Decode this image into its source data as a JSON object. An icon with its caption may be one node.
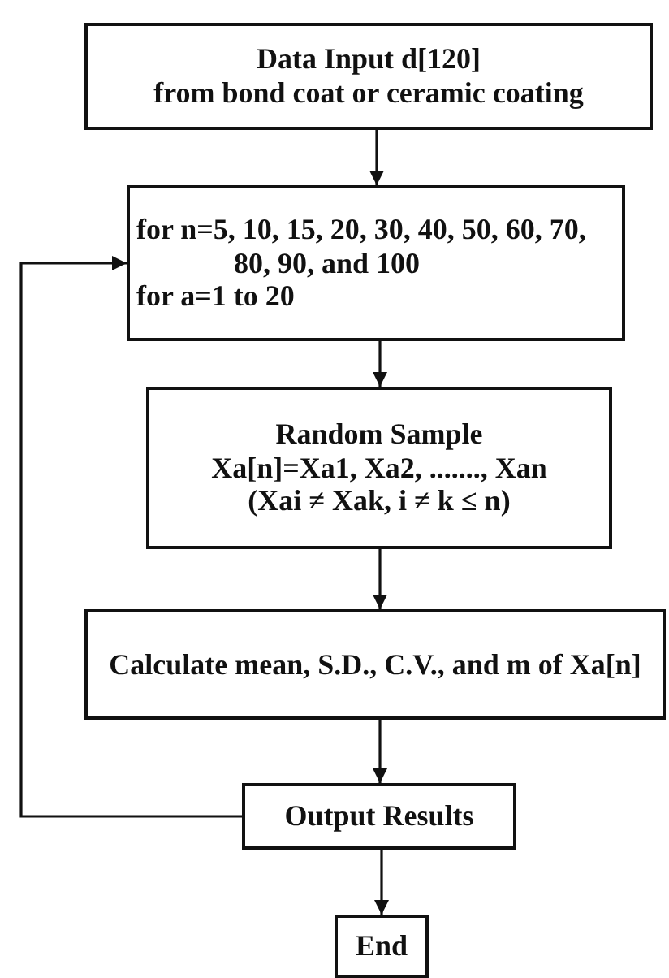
{
  "diagram": {
    "nodes": [
      {
        "text": [
          "Data Input d[120]",
          "from bond coat or ceramic coating"
        ]
      },
      {
        "text": [
          "for n=5, 10, 15, 20, 30, 40, 50, 60, 70, 80, 90, and 100",
          "for a=1 to 20"
        ]
      },
      {
        "text": [
          "Random Sample",
          "Xa[n]=Xa1, Xa2, ......., Xan",
          "(Xai ≠ Xak, i ≠ k ≤ n)"
        ]
      },
      {
        "text": [
          "Calculate mean, S.D., C.V., and m of Xa[n]"
        ]
      },
      {
        "text": [
          "Output Results"
        ]
      },
      {
        "text": [
          "End"
        ]
      }
    ],
    "edges": [
      {
        "from": 0,
        "to": 1,
        "arrow": "to"
      },
      {
        "from": 1,
        "to": 2,
        "arrow": "to"
      },
      {
        "from": 2,
        "to": 3,
        "arrow": "to"
      },
      {
        "from": 3,
        "to": 4,
        "arrow": "to"
      },
      {
        "from": 4,
        "to": 5,
        "arrow": "to"
      },
      {
        "from": 4,
        "to": 1,
        "arrow": "to"
      }
    ]
  }
}
